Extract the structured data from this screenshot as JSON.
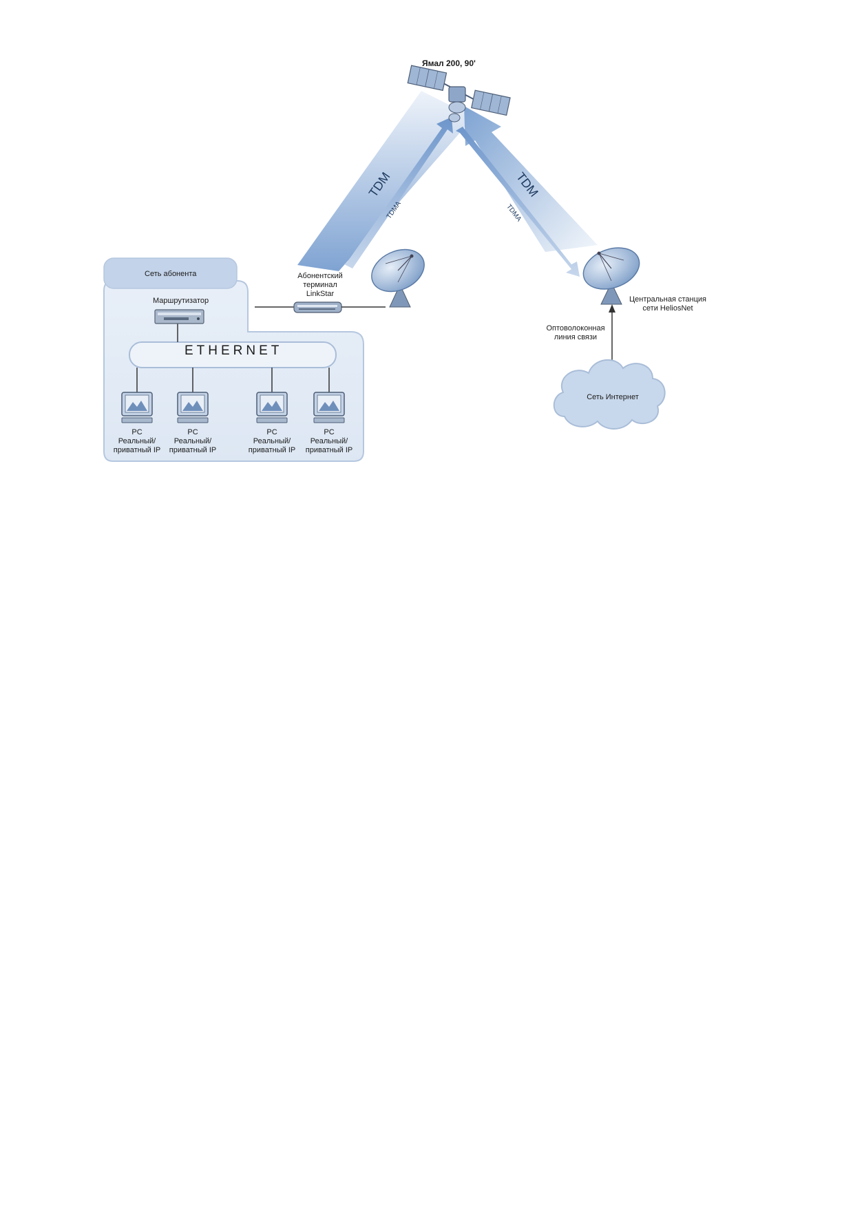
{
  "satellite": {
    "label": "Ямал 200, 90'"
  },
  "links": {
    "tdm": "TDM",
    "tdma": "TDMA"
  },
  "subscriber": {
    "network_label": "Сеть абонента",
    "router_label": "Маршрутизатор",
    "ethernet_label": "ETHERNET",
    "terminal_label": [
      "Абонентский",
      "терминал",
      "LinkStar"
    ],
    "pcs": [
      {
        "lines": [
          "PC",
          "Реальный/",
          "приватный IP"
        ]
      },
      {
        "lines": [
          "PC",
          "Реальный/",
          "приватный IP"
        ]
      },
      {
        "lines": [
          "PC",
          "Реальный/",
          "приватный IP"
        ]
      },
      {
        "lines": [
          "PC",
          "Реальный/",
          "приватный IP"
        ]
      }
    ]
  },
  "hub": {
    "station_label": [
      "Центральная станция",
      "сети HeliosNet"
    ],
    "fiber_label": [
      "Оптоволоконная",
      "линия связи"
    ],
    "internet_label": "Сеть Интернет"
  },
  "colors": {
    "panel": "#dfe8f4",
    "panel_border": "#a9bdd8",
    "arrow": "#8fb0d8",
    "dish": "#9ab4d4"
  }
}
